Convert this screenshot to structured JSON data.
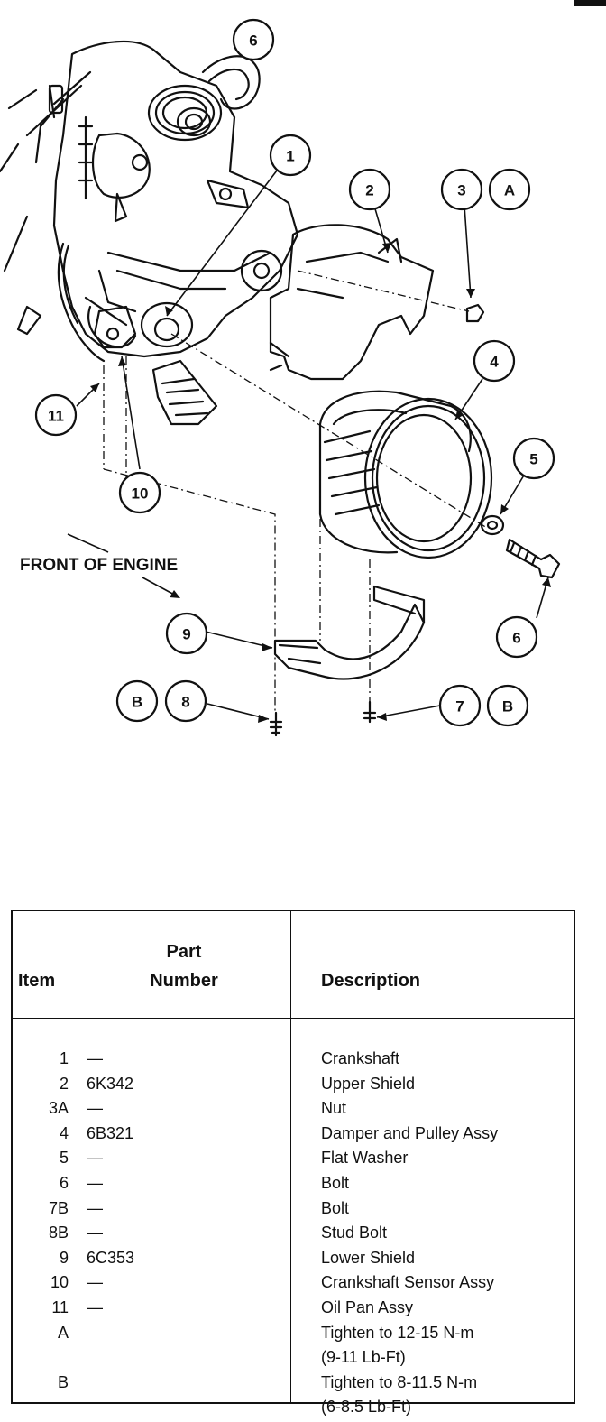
{
  "callouts": [
    {
      "id": "c6top",
      "label": "6"
    },
    {
      "id": "c1",
      "label": "1"
    },
    {
      "id": "c2",
      "label": "2"
    },
    {
      "id": "c3",
      "label": "3"
    },
    {
      "id": "cA",
      "label": "A"
    },
    {
      "id": "c4",
      "label": "4"
    },
    {
      "id": "c5",
      "label": "5"
    },
    {
      "id": "c6r",
      "label": "6"
    },
    {
      "id": "c11",
      "label": "11"
    },
    {
      "id": "c10",
      "label": "10"
    },
    {
      "id": "c9",
      "label": "9"
    },
    {
      "id": "cB1",
      "label": "B"
    },
    {
      "id": "c8",
      "label": "8"
    },
    {
      "id": "c7",
      "label": "7"
    },
    {
      "id": "cB2",
      "label": "B"
    }
  ],
  "diagram": {
    "front_label": "FRONT OF ENGINE"
  },
  "table": {
    "headers": {
      "item": "Item",
      "part_line1": "Part",
      "part_line2": "Number",
      "description": "Description"
    },
    "rows": [
      {
        "item": "1",
        "part": "—",
        "description": "Crankshaft"
      },
      {
        "item": "2",
        "part": "6K342",
        "description": "Upper Shield"
      },
      {
        "item": "3A",
        "part": "—",
        "description": "Nut"
      },
      {
        "item": "4",
        "part": "6B321",
        "description": "Damper and Pulley Assy"
      },
      {
        "item": "5",
        "part": "—",
        "description": "Flat Washer"
      },
      {
        "item": "6",
        "part": "—",
        "description": "Bolt"
      },
      {
        "item": "7B",
        "part": "—",
        "description": "Bolt"
      },
      {
        "item": "8B",
        "part": "—",
        "description": "Stud Bolt"
      },
      {
        "item": "9",
        "part": "6C353",
        "description": "Lower Shield"
      },
      {
        "item": "10",
        "part": "—",
        "description": "Crankshaft Sensor Assy"
      },
      {
        "item": "11",
        "part": "—",
        "description": "Oil Pan Assy"
      },
      {
        "item": "A",
        "part": "",
        "description": "Tighten to 12-15 N-m"
      },
      {
        "item": "",
        "part": "",
        "description": "(9-11 Lb-Ft)"
      },
      {
        "item": "B",
        "part": "",
        "description": "Tighten to 8-11.5 N-m"
      },
      {
        "item": "",
        "part": "",
        "description": "(6-8.5 Lb-Ft)"
      }
    ]
  }
}
